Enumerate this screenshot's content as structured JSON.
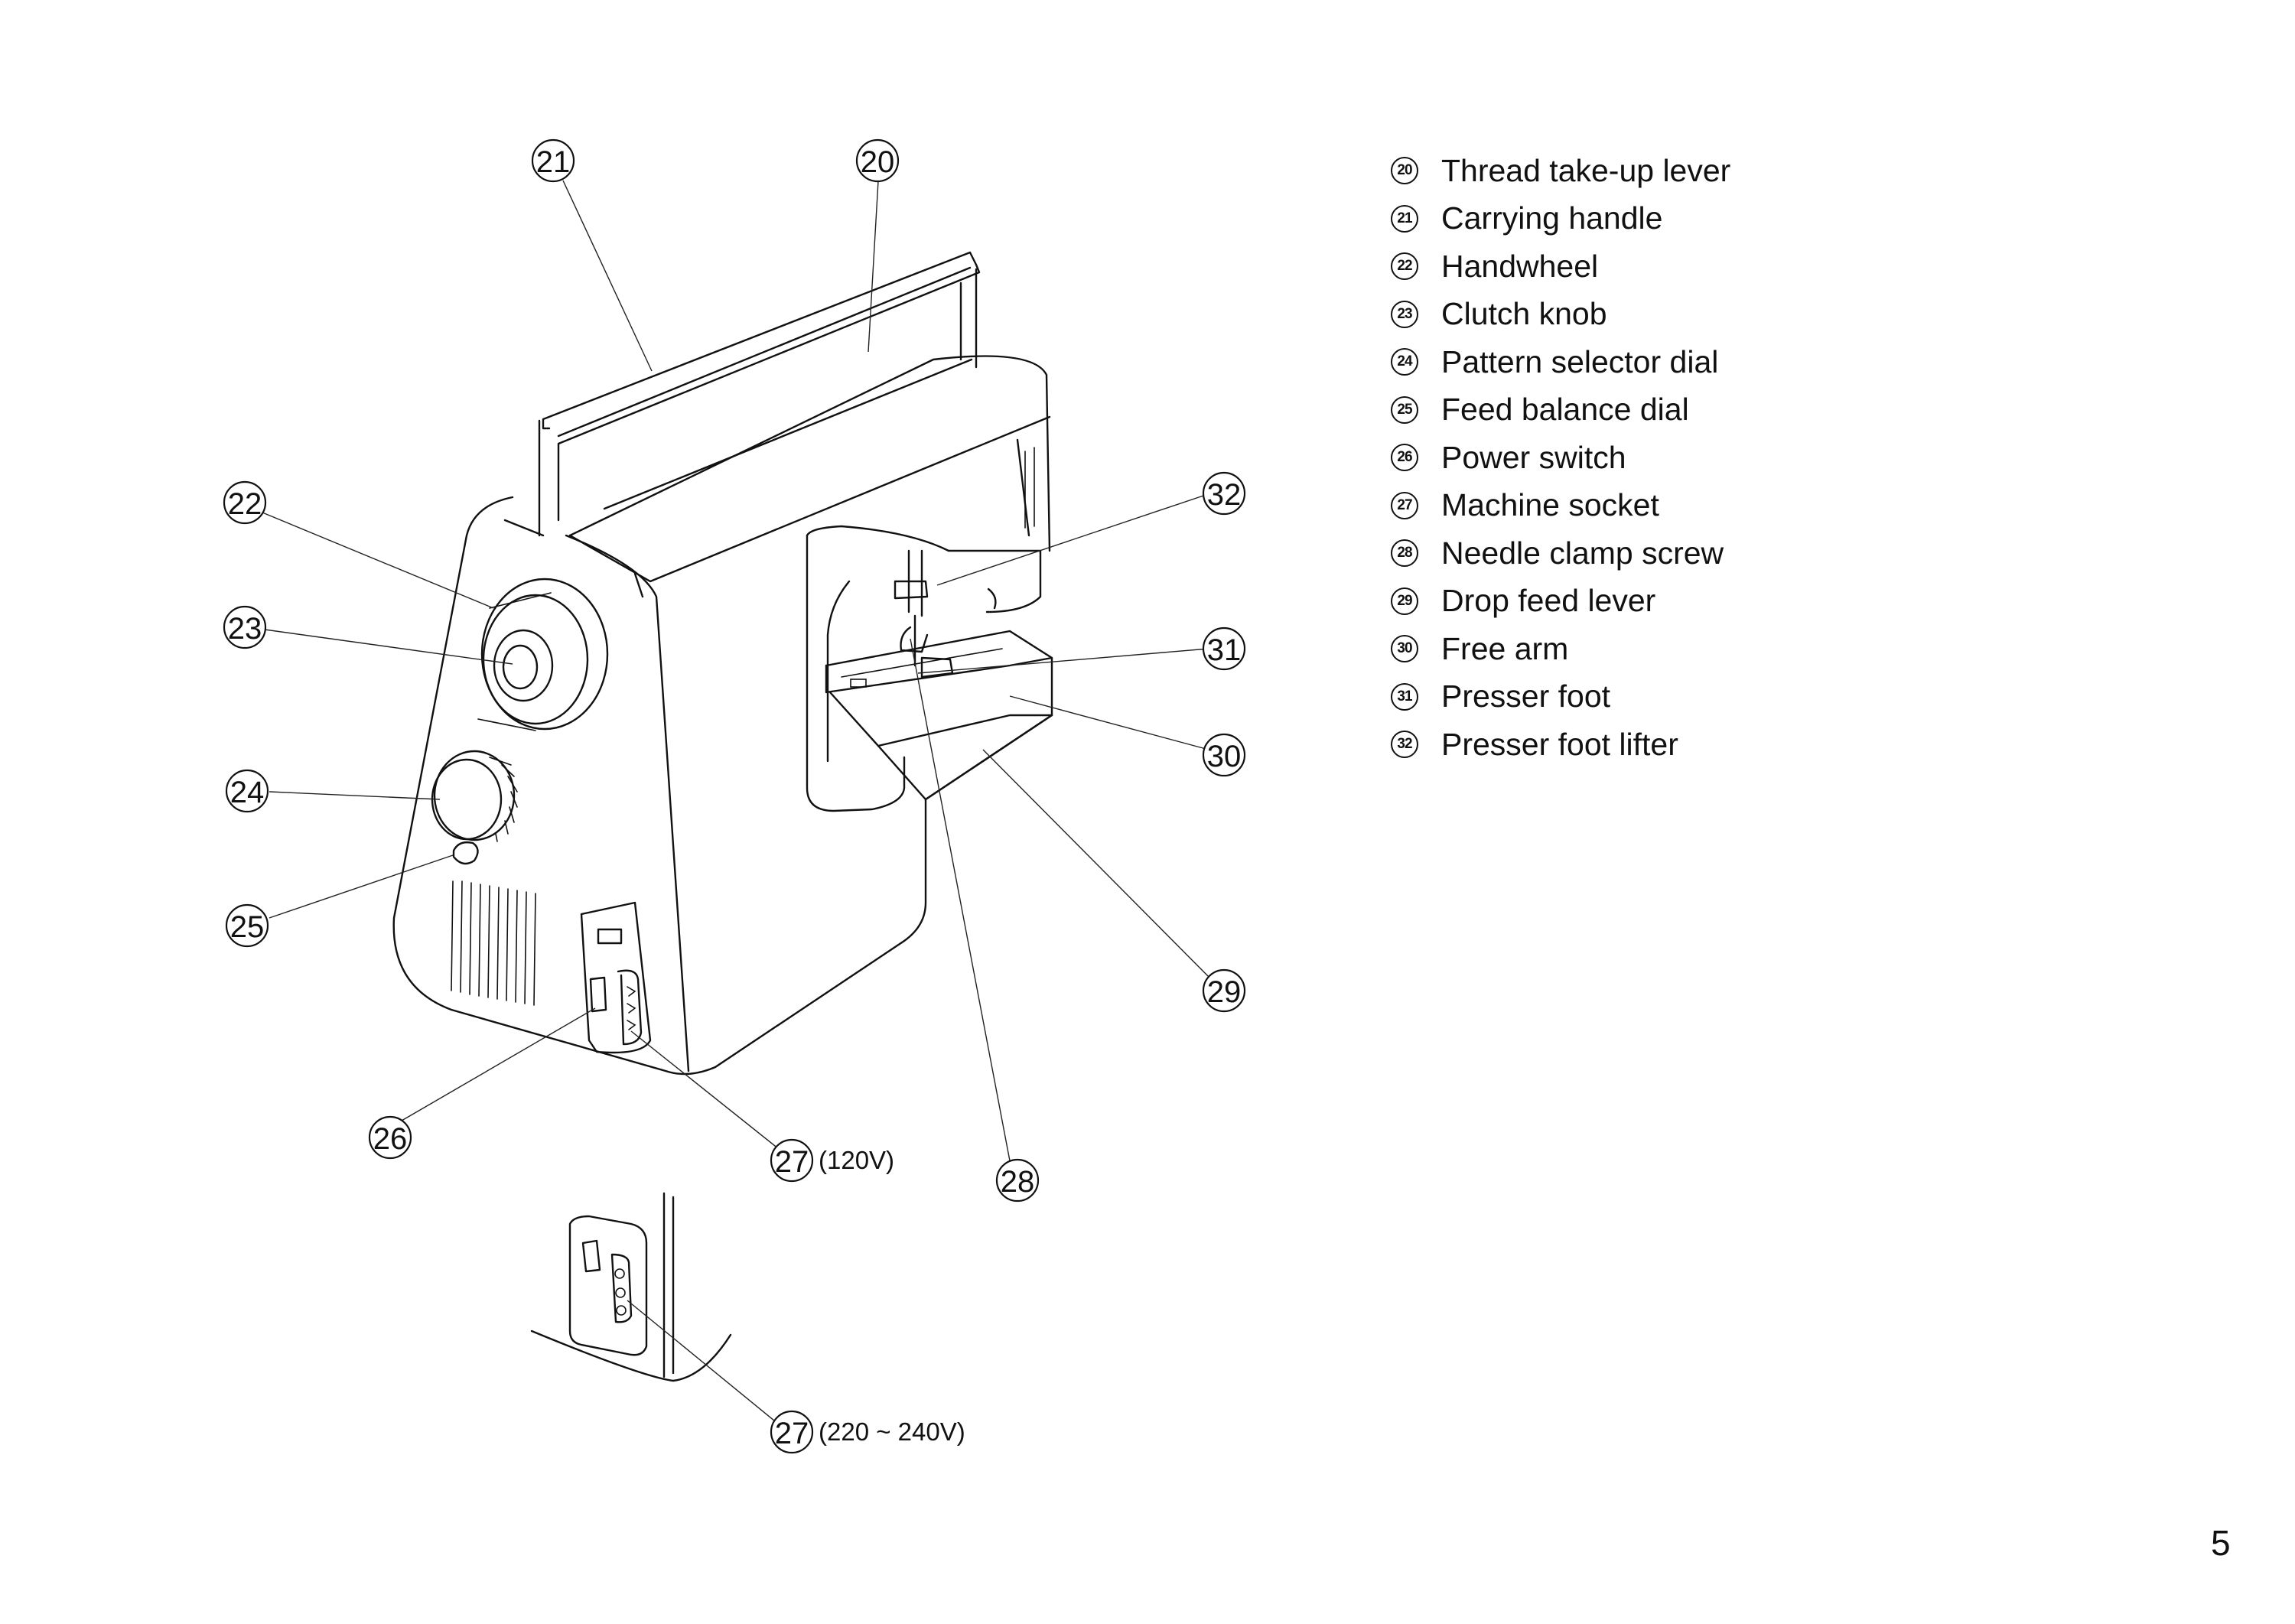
{
  "legend": [
    {
      "num": "20",
      "label": "Thread take-up lever"
    },
    {
      "num": "21",
      "label": "Carrying handle"
    },
    {
      "num": "22",
      "label": "Handwheel"
    },
    {
      "num": "23",
      "label": "Clutch knob"
    },
    {
      "num": "24",
      "label": "Pattern selector dial"
    },
    {
      "num": "25",
      "label": "Feed balance dial"
    },
    {
      "num": "26",
      "label": "Power switch"
    },
    {
      "num": "27",
      "label": "Machine socket"
    },
    {
      "num": "28",
      "label": "Needle clamp screw"
    },
    {
      "num": "29",
      "label": "Drop feed lever"
    },
    {
      "num": "30",
      "label": "Free arm"
    },
    {
      "num": "31",
      "label": "Presser foot"
    },
    {
      "num": "32",
      "label": "Presser foot lifter"
    }
  ],
  "callouts": {
    "c20": "20",
    "c21": "21",
    "c22": "22",
    "c23": "23",
    "c24": "24",
    "c25": "25",
    "c26": "26",
    "c27a": "27",
    "c27b": "27",
    "c28": "28",
    "c29": "29",
    "c30": "30",
    "c31": "31",
    "c32": "32"
  },
  "voltage_120": "(120V)",
  "voltage_220": "(220 ~ 240V)",
  "page_number": "5"
}
